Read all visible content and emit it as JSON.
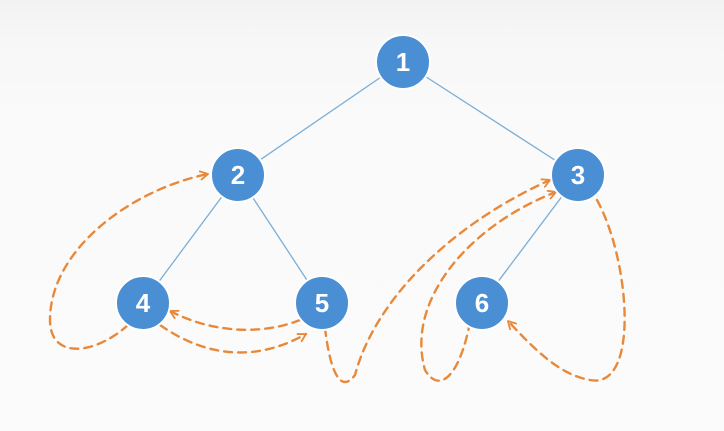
{
  "colors": {
    "node_fill": "#4a8fd4",
    "edge": "#7aaed6",
    "traversal": "#e8893a"
  },
  "tree": {
    "nodes": [
      {
        "id": "1",
        "label": "1"
      },
      {
        "id": "2",
        "label": "2"
      },
      {
        "id": "3",
        "label": "3"
      },
      {
        "id": "4",
        "label": "4"
      },
      {
        "id": "5",
        "label": "5"
      },
      {
        "id": "6",
        "label": "6"
      }
    ],
    "edges": [
      {
        "from": "1",
        "to": "2"
      },
      {
        "from": "1",
        "to": "3"
      },
      {
        "from": "2",
        "to": "4"
      },
      {
        "from": "2",
        "to": "5"
      },
      {
        "from": "3",
        "to": "6"
      }
    ],
    "traversal_arrows": [
      {
        "from": "4",
        "to": "2"
      },
      {
        "from": "5",
        "to": "4"
      },
      {
        "from": "4",
        "to": "5"
      },
      {
        "from": "5",
        "to": "3"
      },
      {
        "from": "6",
        "to": "3"
      },
      {
        "from": "3",
        "to": "6"
      }
    ]
  }
}
